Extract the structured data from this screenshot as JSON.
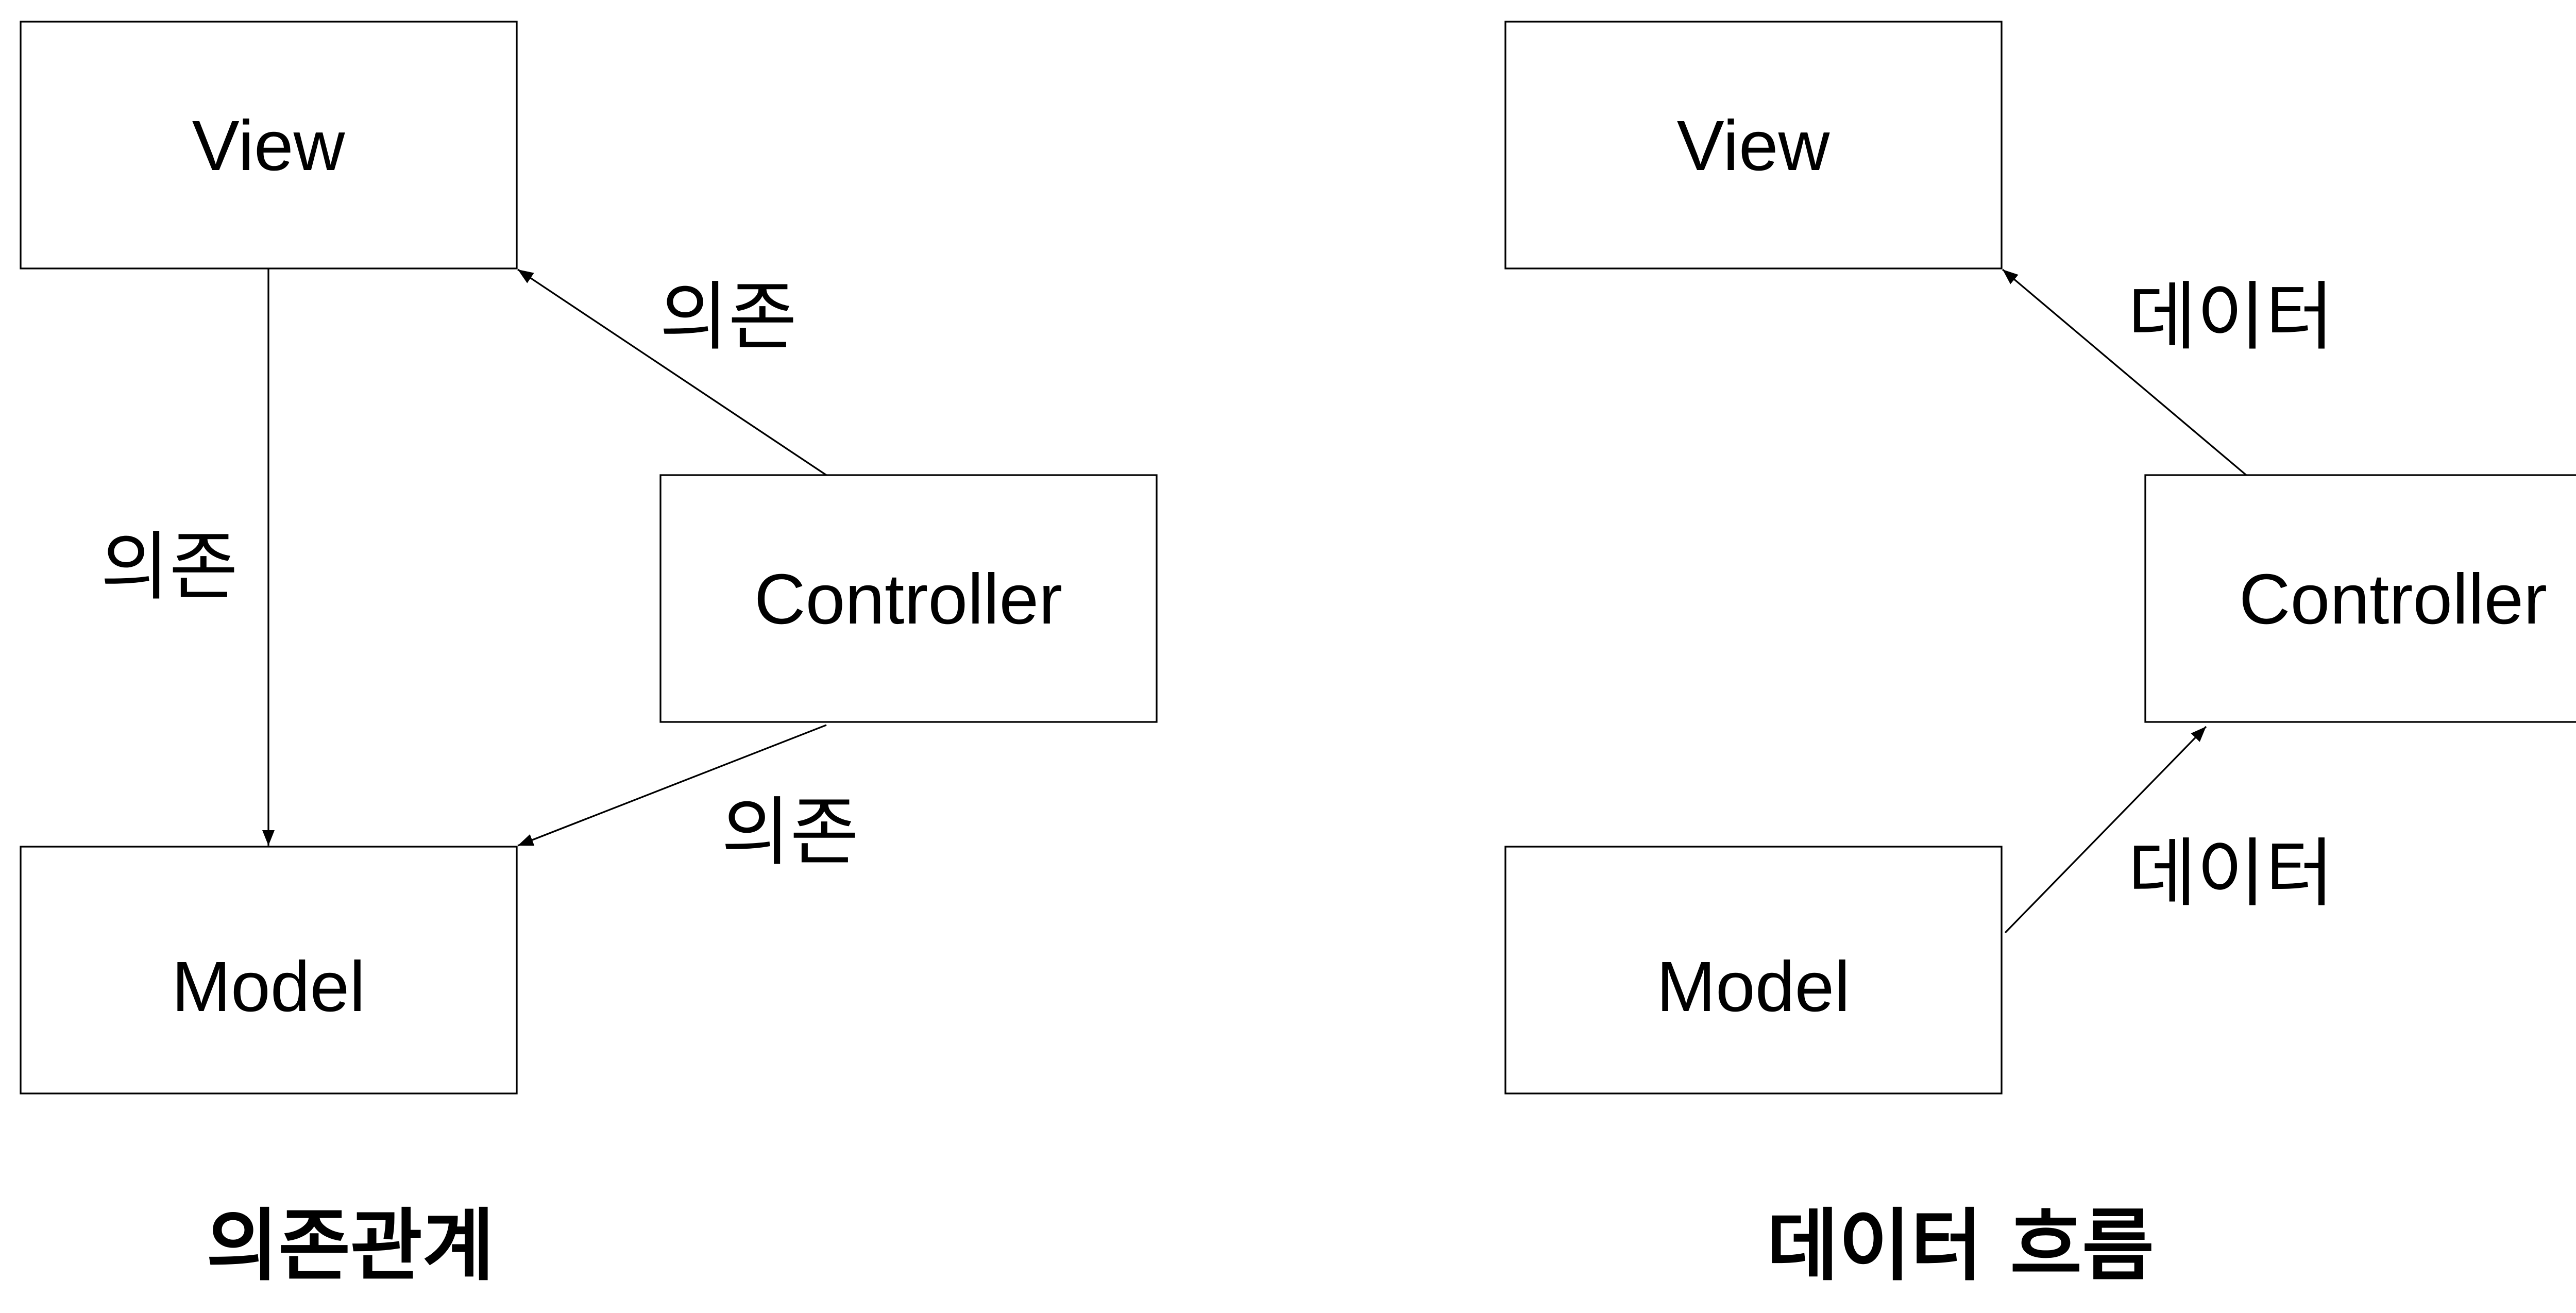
{
  "colors": {
    "background": "#ffffff",
    "stroke": "#000000",
    "text": "#000000"
  },
  "dependency_panel": {
    "caption": "의존관계",
    "nodes": {
      "view": "View",
      "controller": "Controller",
      "model": "Model"
    },
    "edges": [
      {
        "from": "View",
        "to": "Model",
        "label": "의존"
      },
      {
        "from": "Controller",
        "to": "View",
        "label": "의존"
      },
      {
        "from": "Controller",
        "to": "Model",
        "label": "의존"
      }
    ]
  },
  "dataflow_panel": {
    "caption": "데이터 흐름",
    "nodes": {
      "view": "View",
      "controller": "Controller",
      "model": "Model"
    },
    "edges": [
      {
        "from": "Controller",
        "to": "View",
        "label": "데이터"
      },
      {
        "from": "Model",
        "to": "Controller",
        "label": "데이터"
      }
    ]
  }
}
